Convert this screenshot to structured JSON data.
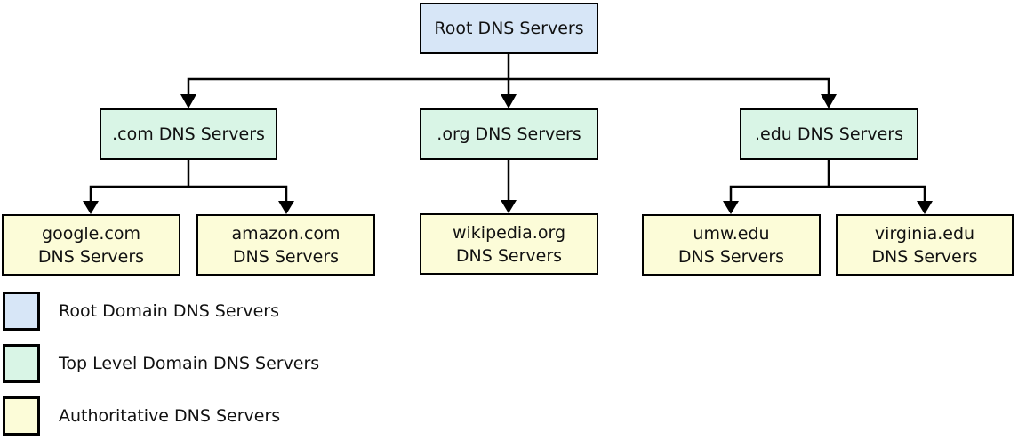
{
  "diagram": {
    "root": {
      "label": "Root DNS Servers",
      "fill": "#d7e6f7"
    },
    "tlds": [
      {
        "id": ".com",
        "label": ".com DNS Servers",
        "fill": "#d9f5e6",
        "parent": "root"
      },
      {
        "id": ".org",
        "label": ".org DNS Servers",
        "fill": "#d9f5e6",
        "parent": "root"
      },
      {
        "id": ".edu",
        "label": ".edu DNS Servers",
        "fill": "#d9f5e6",
        "parent": "root"
      }
    ],
    "authoritative": [
      {
        "name": "google.com",
        "sub": "DNS Servers",
        "parent": ".com",
        "fill": "#fcfcd8"
      },
      {
        "name": "amazon.com",
        "sub": "DNS Servers",
        "parent": ".com",
        "fill": "#fcfcd8"
      },
      {
        "name": "wikipedia.org",
        "sub": "DNS Servers",
        "parent": ".org",
        "fill": "#fcfcd8"
      },
      {
        "name": "umw.edu",
        "sub": "DNS Servers",
        "parent": ".edu",
        "fill": "#fcfcd8"
      },
      {
        "name": "virginia.edu",
        "sub": "DNS Servers",
        "parent": ".edu",
        "fill": "#fcfcd8"
      }
    ]
  },
  "legend": {
    "items": [
      {
        "label": "Root Domain DNS Servers",
        "color": "#d7e6f7"
      },
      {
        "label": "Top Level Domain DNS Servers",
        "color": "#d9f5e6"
      },
      {
        "label": "Authoritative DNS Servers",
        "color": "#fcfcd8"
      }
    ]
  },
  "colors": {
    "line": "#000000",
    "border": "#000000",
    "background": "#ffffff"
  }
}
